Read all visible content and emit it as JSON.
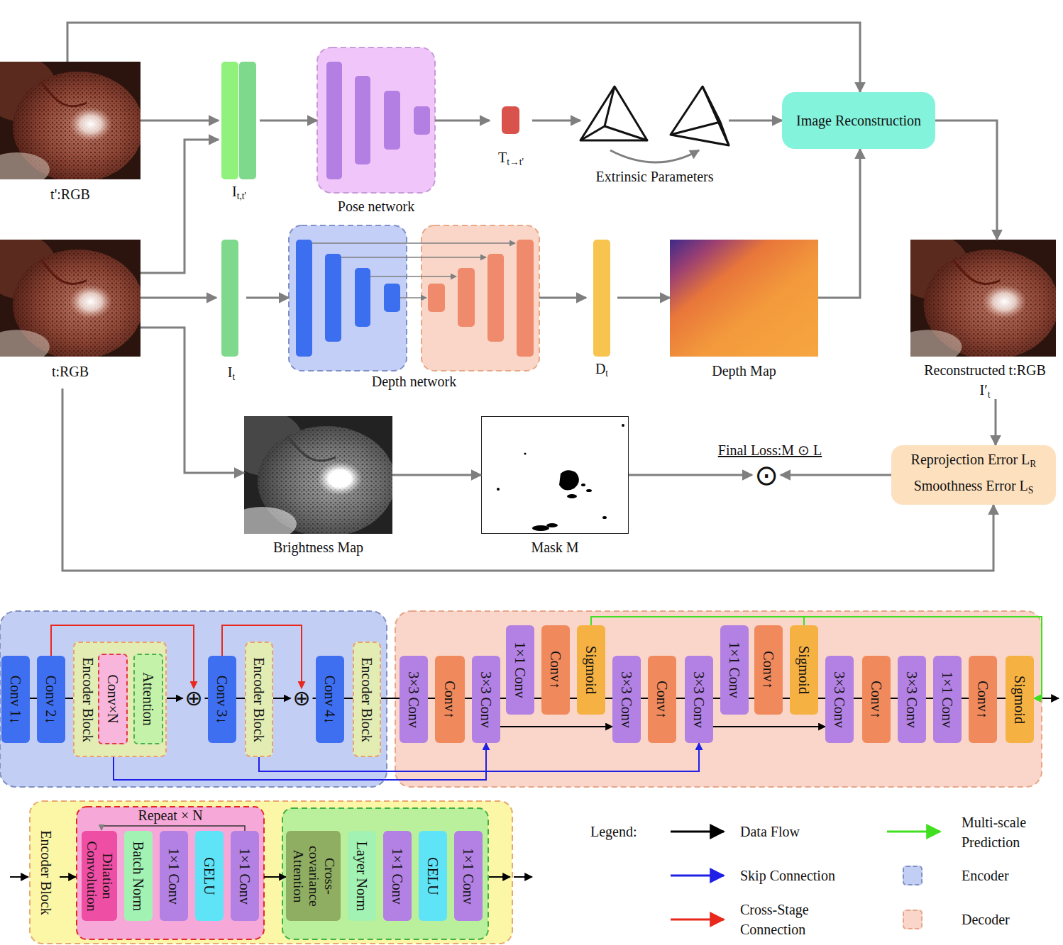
{
  "diagram": {
    "nodes": [
      {
        "text": [
          "t':RGB"
        ]
      },
      {
        "text": [
          "I",
          "t,t'"
        ]
      },
      {
        "text": [
          "Pose network"
        ]
      },
      {
        "text": [
          "T",
          "t→t'"
        ]
      },
      {
        "text": [
          "Extrinsic Parameters"
        ]
      },
      {
        "text": [
          "Image Reconstruction"
        ]
      },
      {
        "text": [
          "t:RGB"
        ]
      },
      {
        "text": [
          "I",
          "t"
        ]
      },
      {
        "text": [
          "Depth network"
        ]
      },
      {
        "text": [
          "D",
          "t"
        ]
      },
      {
        "text": [
          "Depth Map"
        ]
      },
      {
        "text": [
          "Reconstructed t:RGB",
          "I′",
          "t"
        ]
      },
      {
        "text": [
          "Brightness Map"
        ]
      },
      {
        "text": [
          "Mask M"
        ]
      },
      {
        "text": [
          "⊙"
        ]
      },
      {
        "text": [
          "Reprojection Error L",
          "R",
          "Smoothness Error L",
          "S"
        ]
      },
      {
        "text": [
          "Conv 1↓"
        ]
      },
      {
        "text": [
          "Conv 2↓"
        ]
      },
      {
        "text": [
          "Encoder Block"
        ]
      },
      {
        "text": [
          "Conv×N"
        ],
        "in": 18
      },
      {
        "text": [
          "Attention"
        ],
        "in": 18
      },
      {
        "text": [
          "⊕"
        ]
      },
      {
        "text": [
          "Conv 3↓"
        ]
      },
      {
        "text": [
          "Encoder Block"
        ]
      },
      {
        "text": [
          "⊕"
        ]
      },
      {
        "text": [
          "Conv 4↓"
        ]
      },
      {
        "text": [
          "Encoder Block"
        ]
      },
      {
        "text": [
          "3×3 Conv"
        ]
      },
      {
        "text": [
          "Conv↑"
        ]
      },
      {
        "text": [
          "3×3 Conv"
        ]
      },
      {
        "text": [
          "1×1 Conv"
        ]
      },
      {
        "text": [
          "Conv↑"
        ]
      },
      {
        "text": [
          "Sigmoid"
        ]
      },
      {
        "text": [
          "3×3 Conv"
        ]
      },
      {
        "text": [
          "Conv↑"
        ]
      },
      {
        "text": [
          "3×3 Conv"
        ]
      },
      {
        "text": [
          "1×1 Conv"
        ]
      },
      {
        "text": [
          "Conv↑"
        ]
      },
      {
        "text": [
          "Sigmoid"
        ]
      },
      {
        "text": [
          "3×3 Conv"
        ]
      },
      {
        "text": [
          "Conv↑"
        ]
      },
      {
        "text": [
          "3×3 Conv"
        ]
      },
      {
        "text": [
          "1×1 Conv"
        ]
      },
      {
        "text": [
          "Conv↑"
        ]
      },
      {
        "text": [
          "Sigmoid"
        ]
      },
      {
        "text": [
          "Encoder Block"
        ]
      },
      {
        "text": [
          "Repeat × N"
        ],
        "in": 45
      },
      {
        "text": [
          "Dilation Convolution"
        ],
        "in": 46
      },
      {
        "text": [
          "Batch Norm"
        ],
        "in": 46
      },
      {
        "text": [
          "1×1 Conv"
        ],
        "in": 46
      },
      {
        "text": [
          "GELU"
        ],
        "in": 46
      },
      {
        "text": [
          "1×1 Conv"
        ],
        "in": 46
      },
      {
        "text": [
          "Cross-covariance Attention"
        ],
        "in": 45
      },
      {
        "text": [
          "Layer Norm"
        ],
        "in": 45
      },
      {
        "text": [
          "1×1 Conv"
        ],
        "in": 45
      },
      {
        "text": [
          "GELU"
        ],
        "in": 45
      },
      {
        "text": [
          "1×1 Conv"
        ],
        "in": 45
      }
    ],
    "edges": [
      {
        "from": 0,
        "to": 1,
        "arrow": "to"
      },
      {
        "from": 6,
        "to": 1,
        "arrow": "to"
      },
      {
        "from": 6,
        "to": 7,
        "arrow": "to"
      },
      {
        "from": 6,
        "to": 12,
        "arrow": "to"
      },
      {
        "from": 6,
        "to": 15,
        "arrow": "to"
      },
      {
        "from": 0,
        "to": 5,
        "arrow": "to"
      },
      {
        "from": 1,
        "to": 2,
        "arrow": "to"
      },
      {
        "from": 2,
        "to": 3,
        "arrow": "to"
      },
      {
        "from": 3,
        "to": 4,
        "arrow": "to"
      },
      {
        "from": 4,
        "to": 5,
        "arrow": "to"
      },
      {
        "from": 7,
        "to": 8,
        "arrow": "to"
      },
      {
        "from": 8,
        "to": 9,
        "arrow": "to"
      },
      {
        "from": 9,
        "to": 10,
        "arrow": "to"
      },
      {
        "from": 10,
        "to": 5,
        "arrow": "to"
      },
      {
        "from": 5,
        "to": 11,
        "arrow": "to"
      },
      {
        "from": 11,
        "to": 15,
        "arrow": "to"
      },
      {
        "from": 12,
        "to": 13,
        "arrow": "to"
      },
      {
        "from": 13,
        "to": 14,
        "arrow": "to"
      },
      {
        "from": 15,
        "to": 14,
        "arrow": "to"
      },
      {
        "from": 16,
        "to": 17,
        "arrow": "none"
      },
      {
        "from": 17,
        "to": 18,
        "arrow": "none"
      },
      {
        "from": 18,
        "to": 21,
        "arrow": "to"
      },
      {
        "from": 21,
        "to": 22,
        "arrow": "none"
      },
      {
        "from": 22,
        "to": 23,
        "arrow": "none"
      },
      {
        "from": 23,
        "to": 24,
        "arrow": "to"
      },
      {
        "from": 24,
        "to": 25,
        "arrow": "none"
      },
      {
        "from": 25,
        "to": 26,
        "arrow": "none"
      },
      {
        "from": 26,
        "to": 27,
        "arrow": "none"
      },
      {
        "from": 27,
        "to": 28,
        "arrow": "none"
      },
      {
        "from": 28,
        "to": 29,
        "arrow": "none"
      },
      {
        "from": 29,
        "to": 30,
        "arrow": "none"
      },
      {
        "from": 30,
        "to": 31,
        "arrow": "none"
      },
      {
        "from": 31,
        "to": 32,
        "arrow": "none"
      },
      {
        "from": 32,
        "to": 33,
        "arrow": "none"
      },
      {
        "from": 33,
        "to": 34,
        "arrow": "none"
      },
      {
        "from": 34,
        "to": 35,
        "arrow": "none"
      },
      {
        "from": 35,
        "to": 36,
        "arrow": "none"
      },
      {
        "from": 36,
        "to": 37,
        "arrow": "none"
      },
      {
        "from": 37,
        "to": 38,
        "arrow": "none"
      },
      {
        "from": 38,
        "to": 39,
        "arrow": "none"
      },
      {
        "from": 39,
        "to": 40,
        "arrow": "none"
      },
      {
        "from": 40,
        "to": 41,
        "arrow": "none"
      },
      {
        "from": 41,
        "to": 42,
        "arrow": "none"
      },
      {
        "from": 42,
        "to": 43,
        "arrow": "none"
      },
      {
        "from": 43,
        "to": 44,
        "arrow": "none"
      },
      {
        "from": 29,
        "to": 33,
        "arrow": "to"
      },
      {
        "from": 35,
        "to": 39,
        "arrow": "to"
      },
      {
        "from": 19,
        "to": 20,
        "arrow": "none"
      },
      {
        "from": 17,
        "to": 21,
        "arrow": "to"
      },
      {
        "from": 22,
        "to": 24,
        "arrow": "to"
      },
      {
        "from": 19,
        "to": 29,
        "arrow": "to"
      },
      {
        "from": 23,
        "to": 35,
        "arrow": "to"
      },
      {
        "from": 32,
        "to": 44,
        "arrow": "to"
      },
      {
        "from": 38,
        "to": 44,
        "arrow": "to"
      },
      {
        "from": 46,
        "to": 52,
        "arrow": "to"
      }
    ],
    "labels": [
      "Final Loss:M ⊙ L",
      "Legend:"
    ],
    "legend": [
      {
        "text": "Data Flow"
      },
      {
        "text": "Skip Connection"
      },
      {
        "text": "Cross-Stage Connection"
      },
      {
        "text": "Multi-scale Prediction"
      },
      {
        "text": "Encoder",
        "color": "#c3cef5"
      },
      {
        "text": "Decoder",
        "color": "#f9d6c9"
      }
    ]
  }
}
